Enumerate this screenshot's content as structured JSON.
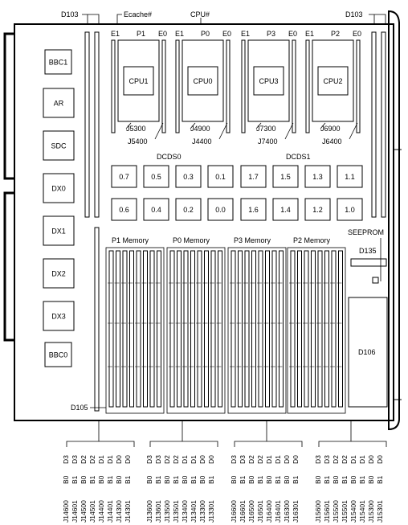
{
  "board_labels": {
    "d103_left": "D103",
    "d103_right": "D103",
    "ecache": "Ecache#",
    "cpu_num": "CPU#",
    "dcds0": "DCDS0",
    "dcds1": "DCDS1",
    "seeprom": "SEEPROM",
    "d135": "D135",
    "d106": "D106",
    "d105": "D105"
  },
  "left_components": [
    "BBC1",
    "AR",
    "SDC",
    "DX0",
    "DX1",
    "DX2",
    "DX3",
    "BBC0"
  ],
  "cpu_slots": [
    {
      "e1": "E1",
      "p": "P1",
      "e0": "E0",
      "name": "CPU1",
      "j_top": "J5300",
      "j_bottom": "J5400"
    },
    {
      "e1": "E1",
      "p": "P0",
      "e0": "E0",
      "name": "CPU0",
      "j_top": "J4900",
      "j_bottom": "J4400"
    },
    {
      "e1": "E1",
      "p": "P3",
      "e0": "E0",
      "name": "CPU3",
      "j_top": "J7300",
      "j_bottom": "J7400"
    },
    {
      "e1": "E1",
      "p": "P2",
      "e0": "E0",
      "name": "CPU2",
      "j_top": "J6900",
      "j_bottom": "J6400"
    }
  ],
  "dcds_top": [
    "0.7",
    "0.5",
    "0.3",
    "0.1",
    "1.7",
    "1.5",
    "1.3",
    "1.1"
  ],
  "dcds_bottom": [
    "0.6",
    "0.4",
    "0.2",
    "0.0",
    "1.6",
    "1.4",
    "1.2",
    "1.0"
  ],
  "memory_groups": [
    {
      "label": "P1 Memory",
      "banks": [
        "D3",
        "D3",
        "D2",
        "D2",
        "D1",
        "D1",
        "D0",
        "D0"
      ],
      "b": [
        "B0",
        "B1",
        "B0",
        "B1",
        "B0",
        "B1",
        "B0",
        "B1"
      ],
      "j": [
        "J14600",
        "J14601",
        "J14500",
        "J14501",
        "J14400",
        "J14401",
        "J14300",
        "J14301"
      ]
    },
    {
      "label": "P0 Memory",
      "banks": [
        "D3",
        "D3",
        "D2",
        "D2",
        "D1",
        "D1",
        "D0",
        "D0"
      ],
      "b": [
        "B0",
        "B1",
        "B0",
        "B1",
        "B0",
        "B1",
        "B0",
        "B1"
      ],
      "j": [
        "J13600",
        "J13601",
        "J13500",
        "J13501",
        "J13400",
        "J13401",
        "J13300",
        "J13301"
      ]
    },
    {
      "label": "P3 Memory",
      "banks": [
        "D3",
        "D3",
        "D2",
        "D2",
        "D1",
        "D1",
        "D0",
        "D0"
      ],
      "b": [
        "B0",
        "B1",
        "B0",
        "B1",
        "B0",
        "B1",
        "B0",
        "B1"
      ],
      "j": [
        "J16600",
        "J16601",
        "J16500",
        "J16501",
        "J16400",
        "J16401",
        "J16300",
        "J16301"
      ]
    },
    {
      "label": "P2 Memory",
      "banks": [
        "D3",
        "D3",
        "D2",
        "D2",
        "D1",
        "D1",
        "D0",
        "D0"
      ],
      "b": [
        "B0",
        "B1",
        "B0",
        "B1",
        "B0",
        "B1",
        "B0",
        "B1"
      ],
      "j": [
        "J15600",
        "J15601",
        "J15500",
        "J15501",
        "J15400",
        "J15401",
        "J15300",
        "J15301"
      ]
    }
  ]
}
